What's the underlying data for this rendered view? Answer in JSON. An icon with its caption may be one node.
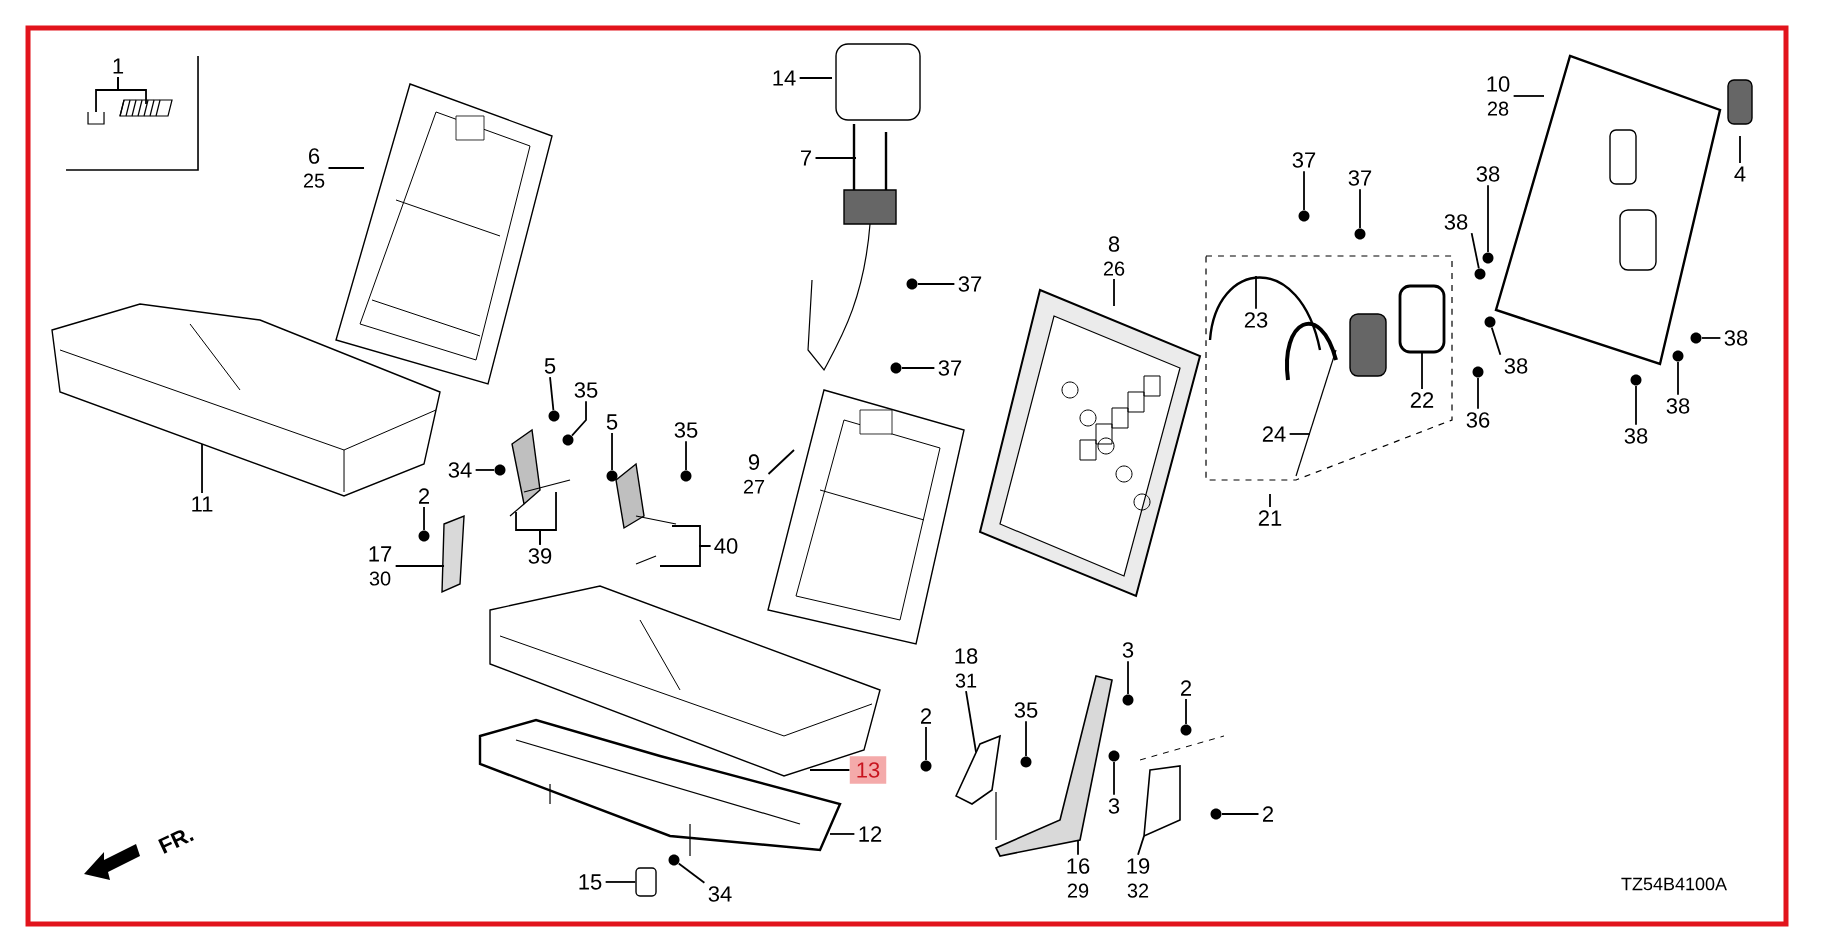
{
  "diagram": {
    "nodes": [
      {
        "text": [
          "1"
        ]
      },
      {
        "text": [
          "6",
          "25"
        ]
      },
      {
        "text": [
          "14"
        ]
      },
      {
        "text": [
          "7"
        ]
      },
      {
        "text": [
          "10",
          "28"
        ]
      },
      {
        "text": [
          "4"
        ]
      },
      {
        "text": [
          "37"
        ]
      },
      {
        "text": [
          "37"
        ]
      },
      {
        "text": [
          "38"
        ]
      },
      {
        "text": [
          "8",
          "26"
        ]
      },
      {
        "text": [
          "38"
        ]
      },
      {
        "text": [
          "37"
        ]
      },
      {
        "text": [
          "23"
        ]
      },
      {
        "text": [
          "38"
        ]
      },
      {
        "text": [
          "5"
        ]
      },
      {
        "text": [
          "38"
        ]
      },
      {
        "text": [
          "37"
        ]
      },
      {
        "text": [
          "35"
        ]
      },
      {
        "text": [
          "22"
        ]
      },
      {
        "text": [
          "38"
        ]
      },
      {
        "text": [
          "36"
        ]
      },
      {
        "text": [
          "5"
        ]
      },
      {
        "text": [
          "35"
        ]
      },
      {
        "text": [
          "24"
        ]
      },
      {
        "text": [
          "38"
        ]
      },
      {
        "text": [
          "9",
          "27"
        ]
      },
      {
        "text": [
          "34"
        ]
      },
      {
        "text": [
          "11"
        ]
      },
      {
        "text": [
          "2"
        ]
      },
      {
        "text": [
          "21"
        ]
      },
      {
        "text": [
          "40"
        ]
      },
      {
        "text": [
          "17",
          "30"
        ]
      },
      {
        "text": [
          "39"
        ]
      },
      {
        "text": [
          "18",
          "31"
        ]
      },
      {
        "text": [
          "3"
        ]
      },
      {
        "text": [
          "2"
        ]
      },
      {
        "text": [
          "35"
        ]
      },
      {
        "text": [
          "2"
        ]
      },
      {
        "text": [
          "13"
        ]
      },
      {
        "text": [
          "3"
        ]
      },
      {
        "text": [
          "2"
        ]
      },
      {
        "text": [
          "12"
        ]
      },
      {
        "text": [
          "16",
          "29"
        ]
      },
      {
        "text": [
          "19",
          "32"
        ]
      },
      {
        "text": [
          "15"
        ]
      },
      {
        "text": [
          "34"
        ]
      },
      {
        "text": [],
        "shape": "circle"
      },
      {
        "text": [],
        "shape": "circle"
      },
      {
        "text": [],
        "shape": "circle"
      },
      {
        "text": [],
        "shape": "circle"
      },
      {
        "text": [],
        "shape": "circle"
      },
      {
        "text": [],
        "shape": "circle"
      },
      {
        "text": [],
        "shape": "circle"
      },
      {
        "text": [],
        "shape": "circle"
      },
      {
        "text": [],
        "shape": "circle"
      },
      {
        "text": [],
        "shape": "circle"
      },
      {
        "text": [],
        "shape": "circle"
      },
      {
        "text": [],
        "shape": "circle"
      },
      {
        "text": [],
        "shape": "circle"
      },
      {
        "text": [],
        "shape": "circle"
      },
      {
        "text": [],
        "shape": "circle"
      },
      {
        "text": [],
        "shape": "circle"
      },
      {
        "text": [],
        "shape": "circle"
      },
      {
        "text": [],
        "shape": "circle"
      },
      {
        "text": [],
        "shape": "circle"
      },
      {
        "text": [],
        "shape": "circle"
      },
      {
        "text": [],
        "shape": "circle"
      },
      {
        "text": [],
        "shape": "circle"
      },
      {
        "text": [],
        "shape": "circle"
      },
      {
        "text": [],
        "shape": "circle"
      },
      {
        "text": [],
        "shape": "box"
      }
    ],
    "edges": [
      {
        "from": 0,
        "to": null,
        "arrow": "none"
      },
      {
        "from": 0,
        "to": null,
        "arrow": "none"
      },
      {
        "from": 1,
        "to": null,
        "arrow": "none"
      },
      {
        "from": 2,
        "to": null,
        "arrow": "none"
      },
      {
        "from": 3,
        "to": null,
        "arrow": "none"
      },
      {
        "from": 4,
        "to": null,
        "arrow": "none"
      },
      {
        "from": 5,
        "to": null,
        "arrow": "none"
      },
      {
        "from": 6,
        "to": 46,
        "arrow": "none"
      },
      {
        "from": 7,
        "to": 47,
        "arrow": "none"
      },
      {
        "from": 8,
        "to": 48,
        "arrow": "none"
      },
      {
        "from": 9,
        "to": null,
        "arrow": "none"
      },
      {
        "from": 10,
        "to": 49,
        "arrow": "none"
      },
      {
        "from": 11,
        "to": 50,
        "arrow": "none"
      },
      {
        "from": 12,
        "to": null,
        "arrow": "none"
      },
      {
        "from": 13,
        "to": 52,
        "arrow": "none"
      },
      {
        "from": 14,
        "to": 57,
        "arrow": "none"
      },
      {
        "from": 15,
        "to": 51,
        "arrow": "none"
      },
      {
        "from": 16,
        "to": 54,
        "arrow": "none"
      },
      {
        "from": 17,
        "to": 58,
        "arrow": "none"
      },
      {
        "from": 18,
        "to": null,
        "arrow": "none"
      },
      {
        "from": 19,
        "to": 53,
        "arrow": "none"
      },
      {
        "from": 20,
        "to": 55,
        "arrow": "none"
      },
      {
        "from": 21,
        "to": 60,
        "arrow": "none"
      },
      {
        "from": 22,
        "to": 61,
        "arrow": "none"
      },
      {
        "from": 23,
        "to": null,
        "arrow": "none"
      },
      {
        "from": 24,
        "to": 56,
        "arrow": "none"
      },
      {
        "from": 25,
        "to": null,
        "arrow": "none"
      },
      {
        "from": 26,
        "to": 59,
        "arrow": "none"
      },
      {
        "from": 27,
        "to": null,
        "arrow": "none"
      },
      {
        "from": 28,
        "to": 62,
        "arrow": "none"
      },
      {
        "from": 29,
        "to": null,
        "arrow": "none"
      },
      {
        "from": 30,
        "to": null,
        "arrow": "none"
      },
      {
        "from": 30,
        "to": null,
        "arrow": "none"
      },
      {
        "from": 31,
        "to": null,
        "arrow": "none"
      },
      {
        "from": 32,
        "to": null,
        "arrow": "none"
      },
      {
        "from": 32,
        "to": null,
        "arrow": "none"
      },
      {
        "from": 33,
        "to": null,
        "arrow": "none"
      },
      {
        "from": 34,
        "to": 63,
        "arrow": "none"
      },
      {
        "from": 35,
        "to": 64,
        "arrow": "none"
      },
      {
        "from": 36,
        "to": 66,
        "arrow": "none"
      },
      {
        "from": 37,
        "to": 67,
        "arrow": "none"
      },
      {
        "from": 38,
        "to": null,
        "arrow": "none"
      },
      {
        "from": 39,
        "to": 65,
        "arrow": "none"
      },
      {
        "from": 40,
        "to": 68,
        "arrow": "none"
      },
      {
        "from": 41,
        "to": null,
        "arrow": "none"
      },
      {
        "from": 42,
        "to": null,
        "arrow": "none"
      },
      {
        "from": 43,
        "to": null,
        "arrow": "none"
      },
      {
        "from": 44,
        "to": 70,
        "arrow": "none"
      },
      {
        "from": 45,
        "to": 69,
        "arrow": "none"
      }
    ],
    "labels": [
      "FR.",
      "TZ54B4100A"
    ]
  }
}
